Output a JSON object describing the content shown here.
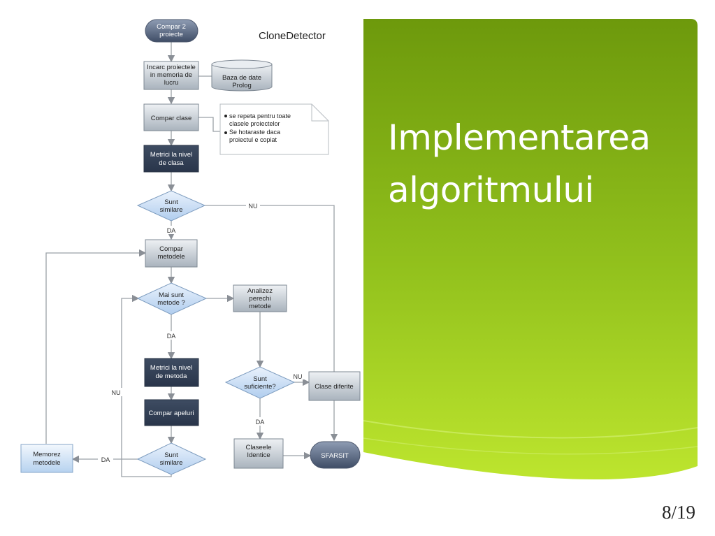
{
  "slide": {
    "title_line_1": "Implementarea",
    "title_line_2": "algoritmului",
    "page_number": "8/19",
    "panel_color_top": "#6e9a0c",
    "panel_color_bottom": "#b7e22c"
  },
  "diagram": {
    "heading": "CloneDetector",
    "nodes": {
      "start": [
        "Compar 2",
        "proiecte"
      ],
      "load": [
        "Incarc proiectele",
        "in memoria de",
        "lucru"
      ],
      "db": [
        "Baza de date",
        "Prolog"
      ],
      "compare_classes": [
        "Compar clase"
      ],
      "note": [
        "se repeta pentru toate",
        "clasele proiectelor",
        "Se hotaraste daca",
        "proiectul e copiat"
      ],
      "class_metrics": [
        "Metrici la nivel",
        "de clasa"
      ],
      "similar_1": [
        "Sunt",
        "similare"
      ],
      "compare_methods": [
        "Compar",
        "metodele"
      ],
      "more_methods": [
        "Mai sunt",
        "metode ?"
      ],
      "analyze_pairs": [
        "Analizez",
        "perechi",
        "metode"
      ],
      "method_metrics": [
        "Metrici la nivel",
        "de metoda"
      ],
      "compare_calls": [
        "Compar apeluri"
      ],
      "similar_2": [
        "Sunt",
        "similare"
      ],
      "store_methods": [
        "Memorez",
        "metodele"
      ],
      "enough": [
        "Sunt",
        "suficiente?"
      ],
      "different_classes": [
        "Clase diferite"
      ],
      "identical_classes": [
        "Claseele",
        "Identice"
      ],
      "end": [
        "SFARSIT"
      ]
    },
    "edge_labels": {
      "nu_top": "NU",
      "da_1": "DA",
      "da_2": "DA",
      "nu_loop": "NU",
      "da_store": "DA",
      "nu_enough": "NU",
      "da_enough": "DA"
    }
  }
}
